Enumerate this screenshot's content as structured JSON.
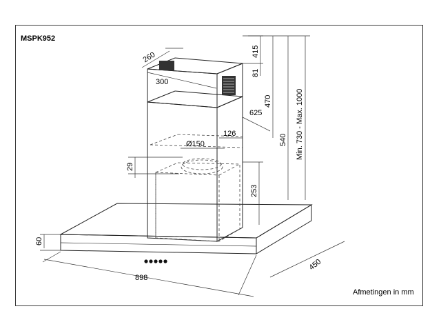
{
  "model": "MSPK952",
  "units_note": "Afmetingen in mm",
  "dimensions": {
    "chimney_depth": "260",
    "chimney_width": "300",
    "top_gap": "415",
    "upper_offset": "81",
    "chimney_upper": "470",
    "projection": "625",
    "duct_offset": "126",
    "duct_diameter": "Ø150",
    "hood_height": "540",
    "total_height": "Min. 730 - Max. 1000",
    "collar_height": "29",
    "inner_height": "253",
    "canopy_height": "60",
    "width": "898",
    "depth": "450"
  },
  "controls": {
    "buttons_count": 5
  }
}
